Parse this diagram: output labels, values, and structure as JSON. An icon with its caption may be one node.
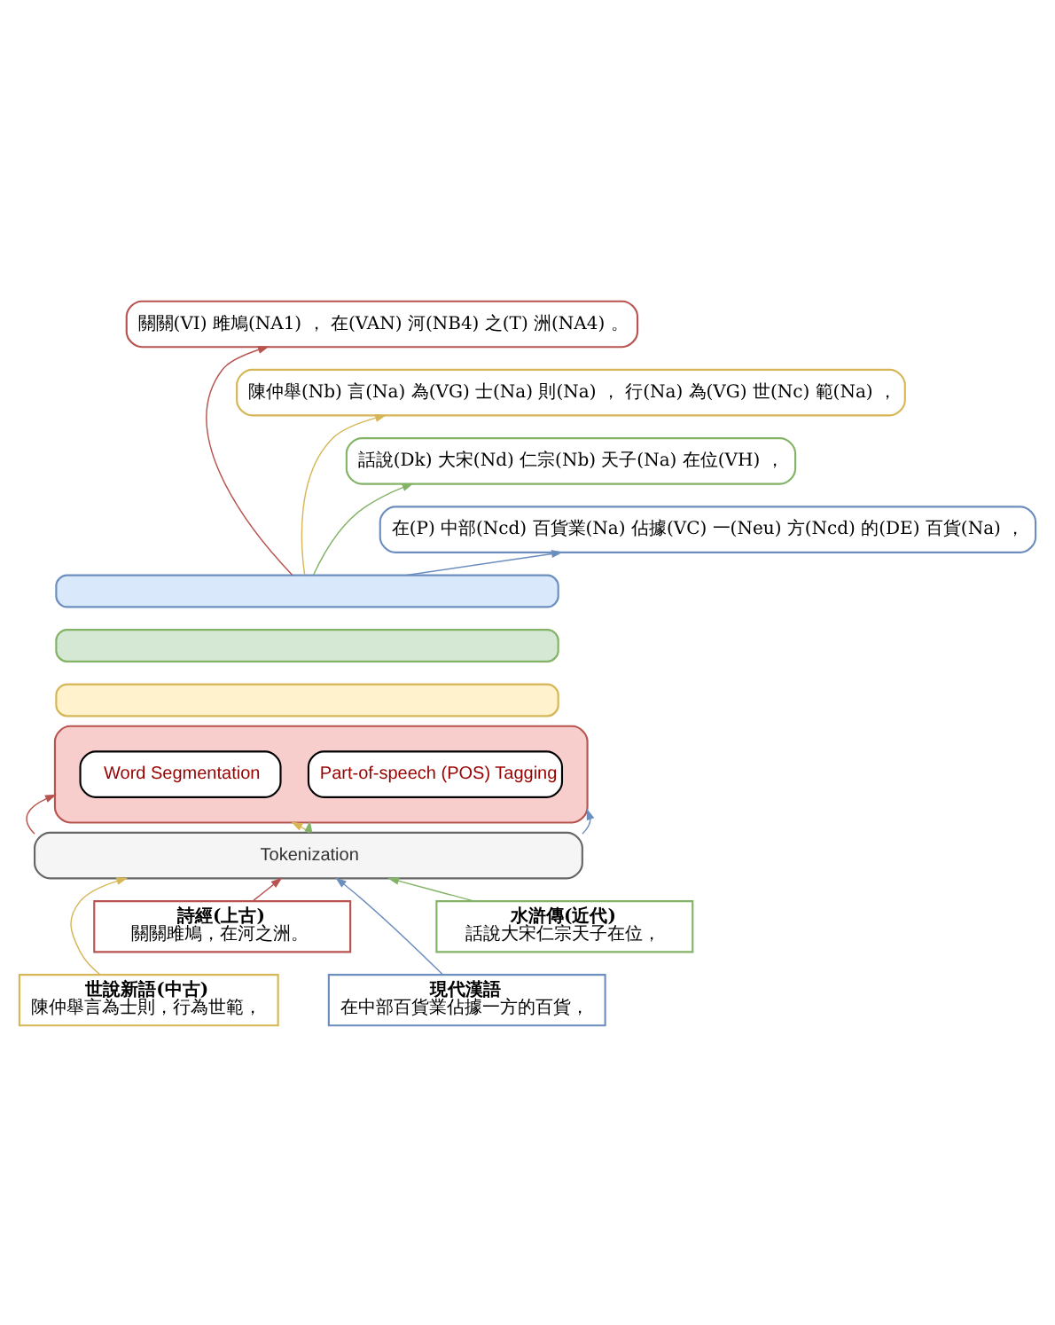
{
  "diagram": {
    "nodes": [
      {
        "text": [
          "關關(VI) 雎鳩(NA1) ， 在(VAN) 河(NB4) 之(T) 洲(NA4) 。"
        ]
      },
      {
        "text": [
          "陳仲舉(Nb) 言(Na) 為(VG) 士(Na) 則(Na) ， 行(Na) 為(VG) 世(Nc) 範(Na) ，"
        ]
      },
      {
        "text": [
          "話說(Dk) 大宋(Nd) 仁宗(Nb) 天子(Na) 在位(VH) ，"
        ]
      },
      {
        "text": [
          "在(P) 中部(Ncd) 百貨業(Na) 佔據(VC) 一(Neu) 方(Ncd) 的(DE) 百貨(Na) ，"
        ]
      },
      {
        "text": [],
        "shape": "box"
      },
      {
        "text": [],
        "shape": "box"
      },
      {
        "text": [],
        "shape": "box"
      },
      {
        "text": [],
        "shape": "box"
      },
      {
        "text": [
          "Word Segmentation"
        ],
        "in": 7
      },
      {
        "text": [
          "Part-of-speech (POS) Tagging"
        ],
        "in": 7
      },
      {
        "text": [
          "Tokenization"
        ]
      },
      {
        "text": [
          "詩經(上古)",
          "關關雎鳩，在河之洲。"
        ]
      },
      {
        "text": [
          "水滸傳(近代)",
          "話說大宋仁宗天子在位，"
        ]
      },
      {
        "text": [
          "世說新語(中古)",
          "陳仲舉言為士則，行為世範，"
        ]
      },
      {
        "text": [
          "現代漢語",
          "在中部百貨業佔據一方的百貨，"
        ]
      }
    ],
    "edges": [
      {
        "from": 11,
        "to": 10,
        "arrow": "to",
        "color": "#b85450"
      },
      {
        "from": 13,
        "to": 10,
        "arrow": "to",
        "color": "#d6b656"
      },
      {
        "from": 12,
        "to": 10,
        "arrow": "to",
        "color": "#82b366"
      },
      {
        "from": 14,
        "to": 10,
        "arrow": "to",
        "color": "#6c8ebf"
      },
      {
        "from": 10,
        "to": 7,
        "arrow": "to",
        "color": "#b85450"
      },
      {
        "from": 10,
        "to": 7,
        "arrow": "to",
        "color": "#d6b656"
      },
      {
        "from": 10,
        "to": 7,
        "arrow": "to",
        "color": "#82b366"
      },
      {
        "from": 10,
        "to": 7,
        "arrow": "to",
        "color": "#6c8ebf"
      },
      {
        "from": 4,
        "to": 0,
        "arrow": "to",
        "color": "#b85450"
      },
      {
        "from": 4,
        "to": 1,
        "arrow": "to",
        "color": "#d6b656"
      },
      {
        "from": 4,
        "to": 2,
        "arrow": "to",
        "color": "#82b366"
      },
      {
        "from": 4,
        "to": 3,
        "arrow": "to",
        "color": "#6c8ebf"
      }
    ]
  }
}
